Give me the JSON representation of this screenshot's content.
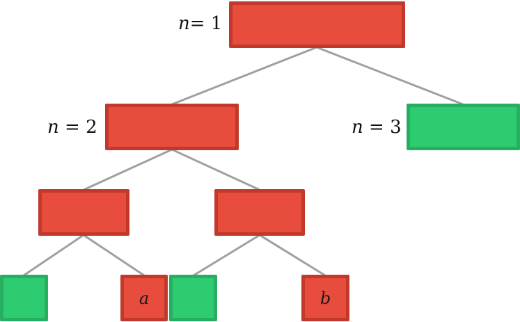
{
  "colors": {
    "red_fill": "#e74c3c",
    "red_border": "#c0392b",
    "green_fill": "#2ecc71",
    "green_border": "#27ae60",
    "edge": "#a0a0a0"
  },
  "labels": {
    "n1": {
      "var": "n",
      "rest": "= 1"
    },
    "n2": {
      "var": "n",
      "rest": " = 2"
    },
    "n3": {
      "var": "n",
      "rest": " = 3"
    }
  },
  "nodes": {
    "root": {
      "color": "red",
      "text": ""
    },
    "mid_left": {
      "color": "red",
      "text": ""
    },
    "mid_right": {
      "color": "green",
      "text": ""
    },
    "third_left": {
      "color": "red",
      "text": ""
    },
    "third_right": {
      "color": "red",
      "text": ""
    },
    "leaf_1": {
      "color": "green",
      "text": ""
    },
    "leaf_a": {
      "color": "red",
      "text": "a"
    },
    "leaf_2": {
      "color": "green",
      "text": ""
    },
    "leaf_b": {
      "color": "red",
      "text": "b"
    }
  }
}
